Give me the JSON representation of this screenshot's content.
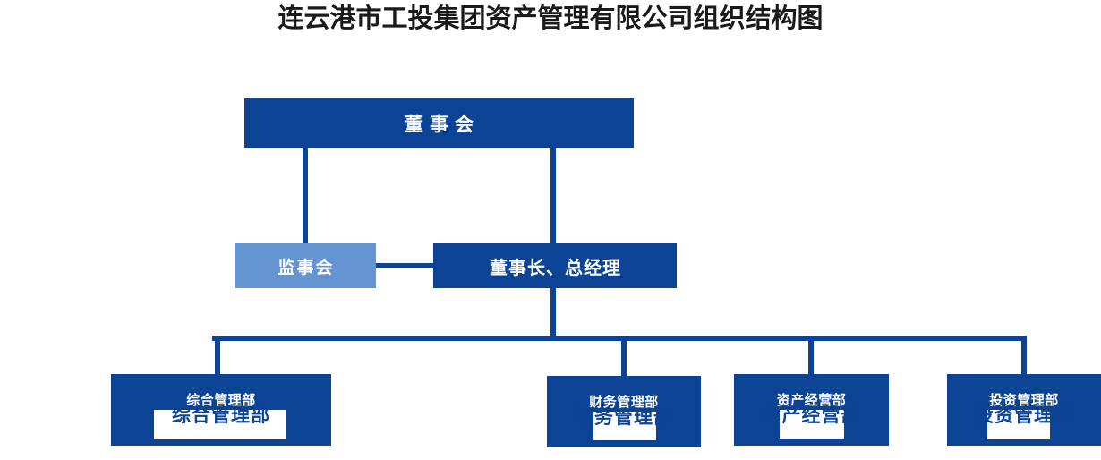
{
  "chart": {
    "title": "连云港市工投集团资产管理有限公司组织结构图",
    "colors": {
      "node_dark": "#0c4394",
      "node_light": "#6494d2",
      "connector": "#0c4394",
      "node_text": "#ffffff",
      "title_text": "#1a1a1a",
      "overlay_box": "#ffffff"
    },
    "nodes": {
      "board": {
        "label": "董事会"
      },
      "supervisory": {
        "label": "监事会"
      },
      "chairman": {
        "label": "董事长、总经理"
      }
    },
    "departments": [
      {
        "label_top": "综合管理部",
        "label_main": "综合管理部"
      },
      {
        "label_top": "财务管理部",
        "label_main": "财务管理部"
      },
      {
        "label_top": "资产经营部",
        "label_main": "资产经营部"
      },
      {
        "label_top": "投资管理部",
        "label_main": "投资管理部"
      }
    ]
  }
}
